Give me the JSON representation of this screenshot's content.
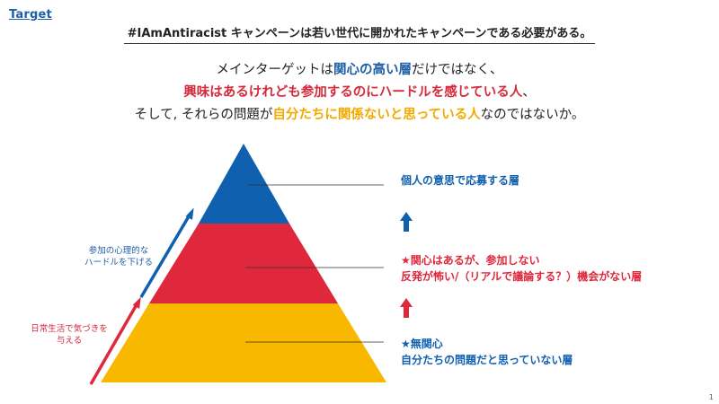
{
  "section_tag": "Target",
  "headline": "#IAmAntiracist キャンペーンは若い世代に開かれたキャンペーンである必要がある。",
  "statement": {
    "line1": [
      {
        "text": "メインターゲットは",
        "style": ""
      },
      {
        "text": "関心の高い層",
        "style": "blue"
      },
      {
        "text": "だけではなく、",
        "style": ""
      }
    ],
    "line2": [
      {
        "text": "興味はあるけれども参加するのにハードルを感じている人",
        "style": "red"
      },
      {
        "text": "、",
        "style": ""
      }
    ],
    "line3": [
      {
        "text": "そして, それらの問題が",
        "style": ""
      },
      {
        "text": "自分たちに関係ないと思っている人",
        "style": "yellow"
      },
      {
        "text": "なのではないか。",
        "style": ""
      }
    ]
  },
  "pyramid": {
    "colors": {
      "top": "#1060b0",
      "middle": "#e0283c",
      "bottom": "#f8b800"
    },
    "labels": {
      "top": {
        "line1": "個人の意思で応募する層"
      },
      "middle": {
        "line1": "★関心はあるが、参加しない",
        "line2": "反発が怖い/（リアルで議論する？）機会がない層"
      },
      "bottom": {
        "line1": "★無関心",
        "line2": "自分たちの問題だと思っていない層"
      }
    }
  },
  "side_notes": {
    "upper": {
      "line1": "参加の心理的な",
      "line2": "ハードルを下げる",
      "color": "#1f5fa8"
    },
    "lower": {
      "line1": "日常生活で気づきを",
      "line2": "与える",
      "color": "#d42a3c"
    }
  },
  "arrow_colors": {
    "blue": "#1060b0",
    "red": "#e0283c"
  },
  "page_number": "1"
}
